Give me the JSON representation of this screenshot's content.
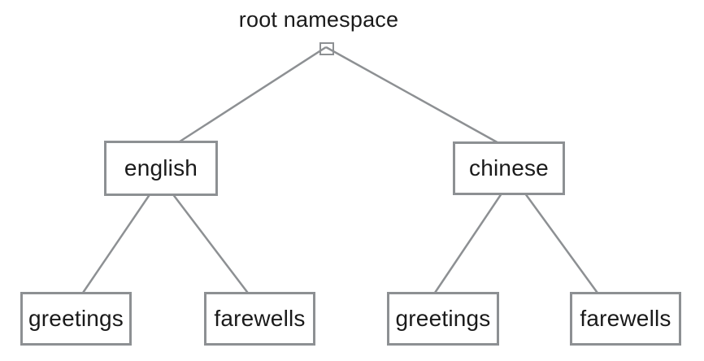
{
  "nodes": {
    "root": "root namespace",
    "english": "english",
    "chinese": "chinese",
    "english_greetings": "greetings",
    "english_farewells": "farewells",
    "chinese_greetings": "greetings",
    "chinese_farewells": "farewells"
  },
  "edges": [
    {
      "from": "root",
      "to": "english"
    },
    {
      "from": "root",
      "to": "chinese"
    },
    {
      "from": "english",
      "to": "english_greetings"
    },
    {
      "from": "english",
      "to": "english_farewells"
    },
    {
      "from": "chinese",
      "to": "chinese_greetings"
    },
    {
      "from": "chinese",
      "to": "chinese_farewells"
    }
  ],
  "colors": {
    "line": "#8d9093",
    "box-border": "#8d9093",
    "text": "#1a1a1a",
    "background": "#ffffff"
  }
}
